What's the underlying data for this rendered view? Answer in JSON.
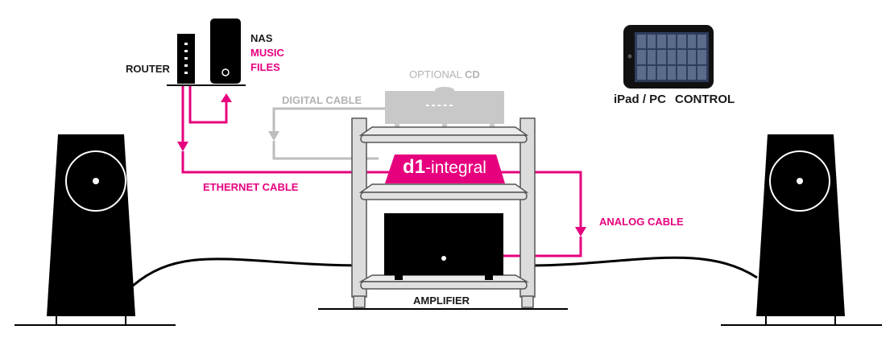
{
  "labels": {
    "router": "ROUTER",
    "nas": "NAS",
    "music": "MUSIC",
    "files": "FILES",
    "optional": "OPTIONAL",
    "cd": "CD",
    "digital_cable": "DIGITAL CABLE",
    "ethernet_cable": "ETHERNET CABLE",
    "analog_cable": "ANALOG CABLE",
    "amplifier": "AMPLIFIER",
    "ipad_pc": "iPad / PC",
    "control": "CONTROL",
    "d1_bold": "d1",
    "d1_rest": "-integral",
    "cd_display": "-----"
  },
  "colors": {
    "magenta": "#e6007e",
    "black": "#000000",
    "gray": "#bdbdbd",
    "dark_text": "#1a1a1a"
  },
  "icons": [
    "router-icon",
    "nas-icon",
    "speaker-icon",
    "amplifier-icon",
    "cd-player-icon",
    "ipad-icon",
    "hifi-rack-icon"
  ]
}
